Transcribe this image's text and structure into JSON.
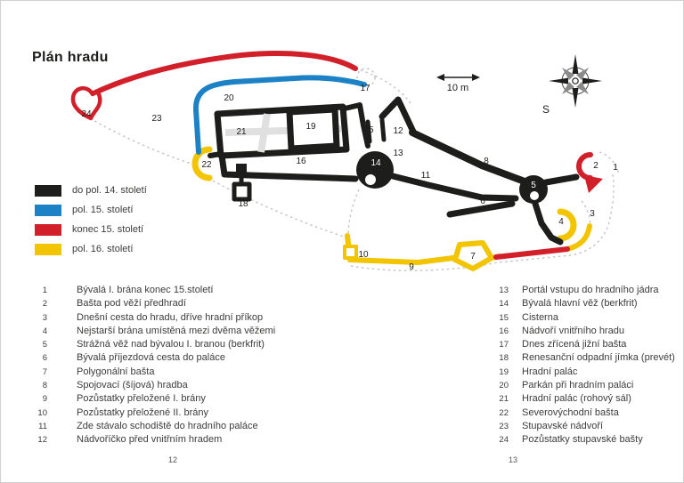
{
  "page": {
    "title": "Plán hradu",
    "scale_label": "10 m",
    "compass_label": "S",
    "page_number_left": "12",
    "page_number_right": "13"
  },
  "legend": {
    "items": [
      {
        "label": "do pol. 14. století",
        "color": "#1d1d1b"
      },
      {
        "label": "pol. 15. století",
        "color": "#1c82c5"
      },
      {
        "label": "konec 15. století",
        "color": "#d2202b"
      },
      {
        "label": "pol. 16. století",
        "color": "#f2c500"
      }
    ]
  },
  "map": {
    "markers": [
      "1",
      "2",
      "3",
      "4",
      "5",
      "6",
      "7",
      "8",
      "9",
      "10",
      "11",
      "12",
      "13",
      "14",
      "15",
      "16",
      "17",
      "18",
      "19",
      "20",
      "21",
      "22",
      "23",
      "24"
    ]
  },
  "list": {
    "left": [
      {
        "n": "1",
        "text": "Bývalá I. brána konec 15.století"
      },
      {
        "n": "2",
        "text": "Bašta pod věží předhradí"
      },
      {
        "n": "3",
        "text": "Dnešní cesta do hradu, dříve hradní příkop"
      },
      {
        "n": "4",
        "text": "Nejstarší brána umístěná mezi dvěma věžemi"
      },
      {
        "n": "5",
        "text": "Strážná věž nad bývalou I. branou (berkfrit)"
      },
      {
        "n": "6",
        "text": "Bývalá příjezdová cesta do paláce"
      },
      {
        "n": "7",
        "text": "Polygonální bašta"
      },
      {
        "n": "8",
        "text": "Spojovací (šíjová) hradba"
      },
      {
        "n": "9",
        "text": "Pozůstatky přeložené I. brány"
      },
      {
        "n": "10",
        "text": "Pozůstatky přeložené II. brány"
      },
      {
        "n": "11",
        "text": "Zde stávalo schodiště do hradního paláce"
      },
      {
        "n": "12",
        "text": "Nádvoříčko před vnitřním hradem"
      }
    ],
    "right": [
      {
        "n": "13",
        "text": "Portál vstupu do hradního jádra"
      },
      {
        "n": "14",
        "text": "Bývalá hlavní věž (berkfrit)"
      },
      {
        "n": "15",
        "text": "Cisterna"
      },
      {
        "n": "16",
        "text": "Nádvoří vnitřního hradu"
      },
      {
        "n": "17",
        "text": "Dnes zřícená jižní bašta"
      },
      {
        "n": "18",
        "text": "Renesanční odpadní jímka (prevét)"
      },
      {
        "n": "19",
        "text": "Hradní palác"
      },
      {
        "n": "20",
        "text": "Parkán při hradním paláci"
      },
      {
        "n": "21",
        "text": "Hradní palác (rohový sál)"
      },
      {
        "n": "22",
        "text": "Severovýchodní bašta"
      },
      {
        "n": "23",
        "text": "Stupavské nádvoří"
      },
      {
        "n": "24",
        "text": "Pozůstatky stupavské bašty"
      }
    ]
  }
}
